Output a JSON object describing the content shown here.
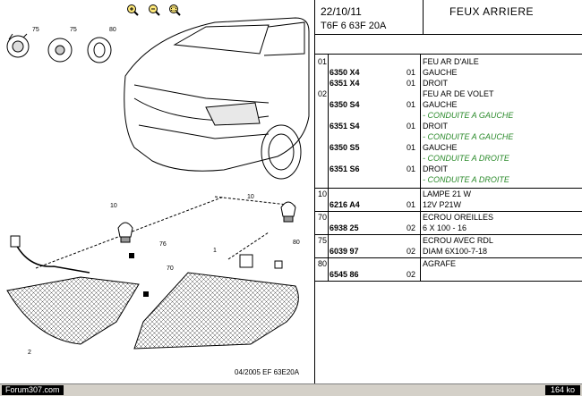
{
  "toolbar": {
    "icons": [
      "zoom-in-icon",
      "zoom-out-icon",
      "zoom-area-icon"
    ]
  },
  "drawing": {
    "callouts": [
      "75",
      "75",
      "80",
      "10",
      "10",
      "76",
      "70",
      "1",
      "80",
      "2"
    ],
    "footer_code": "04/2005   EF 63E20A"
  },
  "header": {
    "date": "22/10/11",
    "title": "FEUX ARRIERE",
    "ref": "T6F 6 63F 20A"
  },
  "rows": [
    {
      "grp": "01",
      "ref": "",
      "qty": "",
      "desc": "FEU AR D'AILE",
      "note": false
    },
    {
      "grp": "",
      "ref": "6350 X4",
      "qty": "01",
      "desc": "GAUCHE",
      "note": false
    },
    {
      "grp": "",
      "ref": "6351 X4",
      "qty": "01",
      "desc": "DROIT",
      "note": false
    },
    {
      "grp": "02",
      "ref": "",
      "qty": "",
      "desc": "FEU AR DE VOLET",
      "note": false
    },
    {
      "grp": "",
      "ref": "6350 S4",
      "qty": "01",
      "desc": "GAUCHE",
      "note": false
    },
    {
      "grp": "",
      "ref": "",
      "qty": "",
      "desc": "- CONDUITE A GAUCHE",
      "note": true
    },
    {
      "grp": "",
      "ref": "6351 S4",
      "qty": "01",
      "desc": "DROIT",
      "note": false
    },
    {
      "grp": "",
      "ref": "",
      "qty": "",
      "desc": "- CONDUITE A GAUCHE",
      "note": true
    },
    {
      "grp": "",
      "ref": "6350 S5",
      "qty": "01",
      "desc": "GAUCHE",
      "note": false
    },
    {
      "grp": "",
      "ref": "",
      "qty": "",
      "desc": "- CONDUITE A DROITE",
      "note": true
    },
    {
      "grp": "",
      "ref": "6351 S6",
      "qty": "01",
      "desc": "DROIT",
      "note": false
    },
    {
      "grp": "",
      "ref": "",
      "qty": "",
      "desc": "- CONDUITE A DROITE",
      "note": true
    },
    {
      "grp": "10",
      "ref": "",
      "qty": "",
      "desc": "LAMPE 21 W",
      "note": false
    },
    {
      "grp": "",
      "ref": "6216 A4",
      "qty": "01",
      "desc": "12V P21W",
      "note": false
    },
    {
      "grp": "70",
      "ref": "",
      "qty": "",
      "desc": "ECROU OREILLES",
      "note": false
    },
    {
      "grp": "",
      "ref": "6938 25",
      "qty": "02",
      "desc": "6 X 100 - 16",
      "note": false
    },
    {
      "grp": "75",
      "ref": "",
      "qty": "",
      "desc": "ECROU AVEC RDL",
      "note": false
    },
    {
      "grp": "",
      "ref": "6039 97",
      "qty": "02",
      "desc": "DIAM 6X100-7-18",
      "note": false
    },
    {
      "grp": "80",
      "ref": "",
      "qty": "",
      "desc": "AGRAFE",
      "note": false
    },
    {
      "grp": "",
      "ref": "6545 86",
      "qty": "02",
      "desc": "",
      "note": false
    }
  ],
  "status": {
    "url": "Forum307.com",
    "size": "164 ko"
  }
}
